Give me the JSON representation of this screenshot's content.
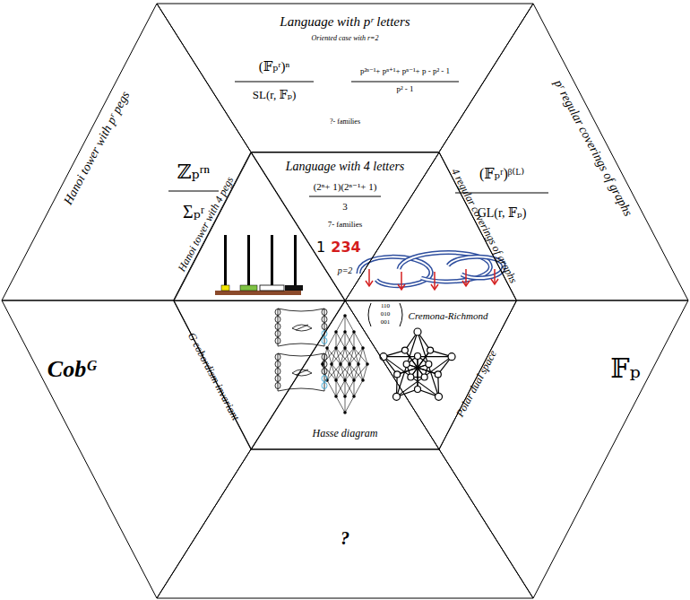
{
  "diagram": {
    "nodes": [
      {
        "text": [
          "Language with pʳ letters",
          "Oriented case with r=2",
          "(𝔽ₚʳ)ⁿ",
          "SL(r, 𝔽ₚ)",
          "p²ⁿ⁻¹+ pⁿ⁺¹+ pⁿ⁻¹+ p - p² - 1",
          "p² - 1",
          "?- families"
        ]
      },
      {
        "text": [
          "Hanoi tower with pʳ pegs",
          "ℤₚʳⁿ",
          "Σₚʳ"
        ]
      },
      {
        "text": [
          "pʳ regular coverings of graphs",
          "(𝔽ₚʳ)ᵝ⁽ᴸ⁾",
          "GL(r, 𝔽ₚ)"
        ]
      },
      {
        "text": [
          "Language with 4 letters",
          "(2ⁿ+ 1)(2ⁿ⁻¹+ 1)",
          "3",
          "7- families",
          "1",
          "234",
          "p=2"
        ]
      },
      {
        "text": [
          "Hanoi tower with 4 pegs"
        ]
      },
      {
        "text": [
          "4 regular coverings of graphs"
        ]
      },
      {
        "text": [
          "G cobordism invariant"
        ]
      },
      {
        "text": [
          "Hasse diagram"
        ]
      },
      {
        "text": [
          "110",
          "010",
          "001",
          "Cremona-Richmond",
          "Polar dual space"
        ]
      },
      {
        "text": [
          "Cobᴳ"
        ]
      },
      {
        "text": [
          "𝔽ₚ"
        ]
      },
      {
        "text": [
          "?"
        ]
      }
    ]
  }
}
